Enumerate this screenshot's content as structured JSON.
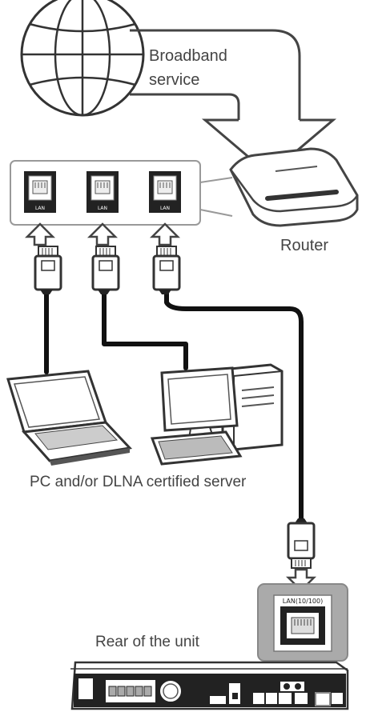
{
  "labels": {
    "broadband": "Broadband service",
    "router": "Router",
    "pc_server": "PC and/or DLNA certified server",
    "rear_unit": "Rear of the unit"
  },
  "router_ports": [
    "LAN",
    "LAN",
    "LAN"
  ],
  "unit_lan_port": "LAN(10/100)",
  "colors": {
    "cable": "#111111",
    "router_panel_border": "#999999",
    "unit_panel_fill": "#aaaaaa",
    "arrow_stroke": "#444444"
  }
}
